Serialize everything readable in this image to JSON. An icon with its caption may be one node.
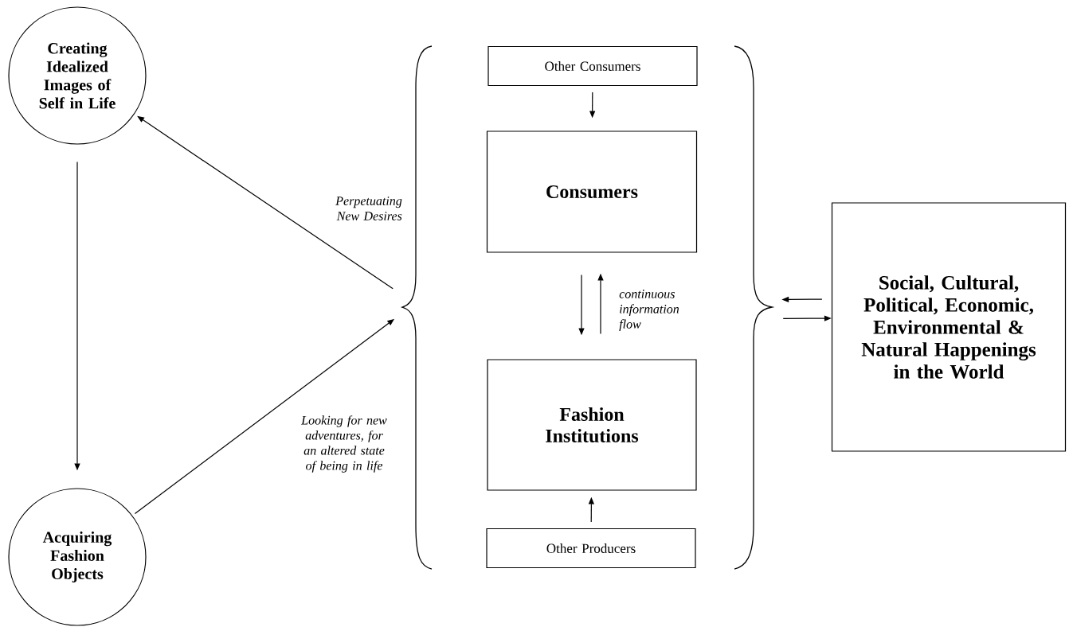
{
  "diagram": {
    "nodes": [
      {
        "text": [
          "Creating Idealized Images of Self in Life"
        ]
      },
      {
        "text": [
          "Acquiring Fashion Objects"
        ]
      },
      {
        "text": [
          "Other Consumers"
        ]
      },
      {
        "text": [
          "Consumers"
        ]
      },
      {
        "text": [
          "Fashion Institutions"
        ]
      },
      {
        "text": [
          "Other Producers"
        ]
      },
      {
        "text": [
          "Social, Cultural, Political, Economic, Environmental & Natural Happenings in the World"
        ]
      },
      {
        "text": [],
        "shape": "brace"
      },
      {
        "text": [],
        "shape": "brace"
      }
    ],
    "edges": [
      {
        "from": 0,
        "to": 1,
        "arrow": "to"
      },
      {
        "from": 7,
        "to": 0,
        "arrow": "to",
        "label": "Perpetuating New Desires"
      },
      {
        "from": 1,
        "to": 7,
        "arrow": "to",
        "label": "Looking for new adventures, for an altered state of being in life"
      },
      {
        "from": 2,
        "to": 3,
        "arrow": "to"
      },
      {
        "from": 3,
        "to": 4,
        "arrow": "to"
      },
      {
        "from": 4,
        "to": 3,
        "arrow": "to",
        "label": "continuous information flow"
      },
      {
        "from": 5,
        "to": 4,
        "arrow": "to"
      },
      {
        "from": 6,
        "to": 8,
        "arrow": "to"
      },
      {
        "from": 8,
        "to": 6,
        "arrow": "to"
      }
    ]
  }
}
